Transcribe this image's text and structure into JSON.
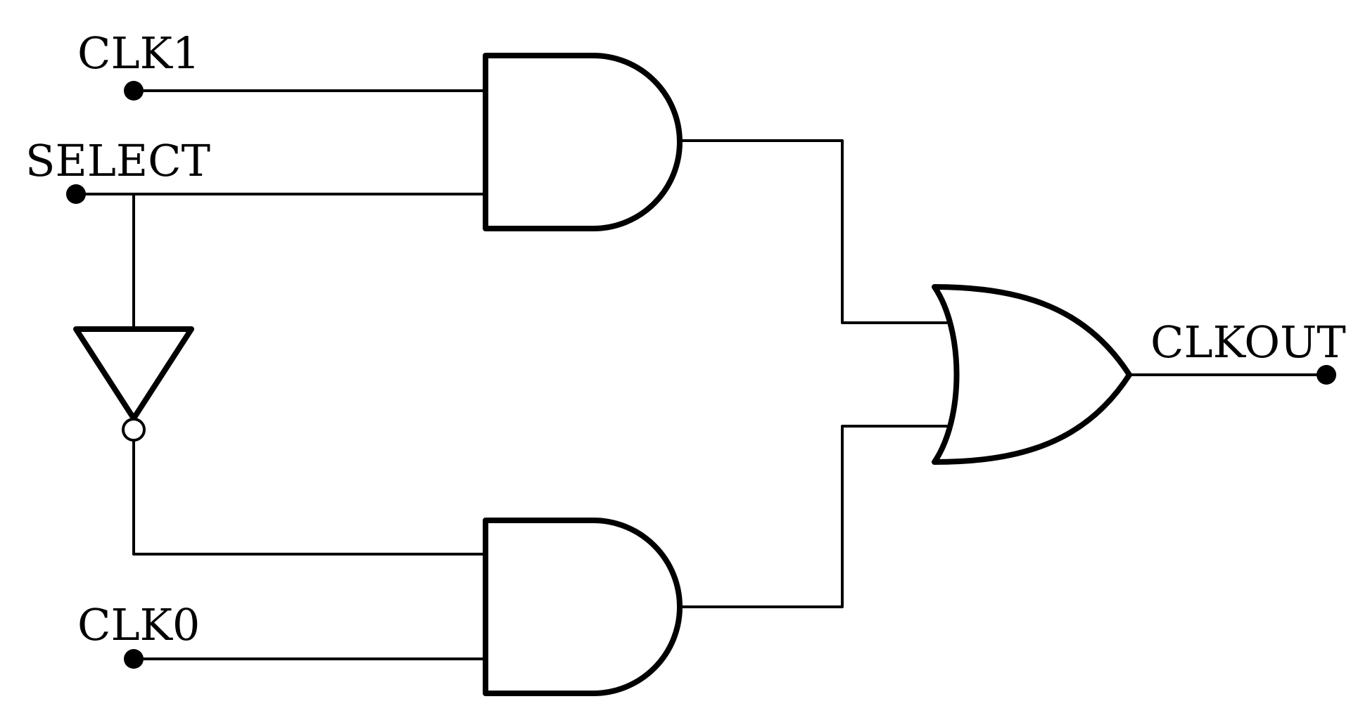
{
  "diagram": {
    "kind": "logic-circuit",
    "stroke_color": "#000000",
    "background_color": "#ffffff",
    "inputs": {
      "clk1": "CLK1",
      "select": "SELECT",
      "clk0": "CLK0"
    },
    "outputs": {
      "clkout": "CLKOUT"
    },
    "gates": [
      {
        "id": "and-top",
        "type": "AND"
      },
      {
        "id": "and-bottom",
        "type": "AND"
      },
      {
        "id": "not",
        "type": "NOT"
      },
      {
        "id": "or",
        "type": "OR"
      }
    ]
  }
}
